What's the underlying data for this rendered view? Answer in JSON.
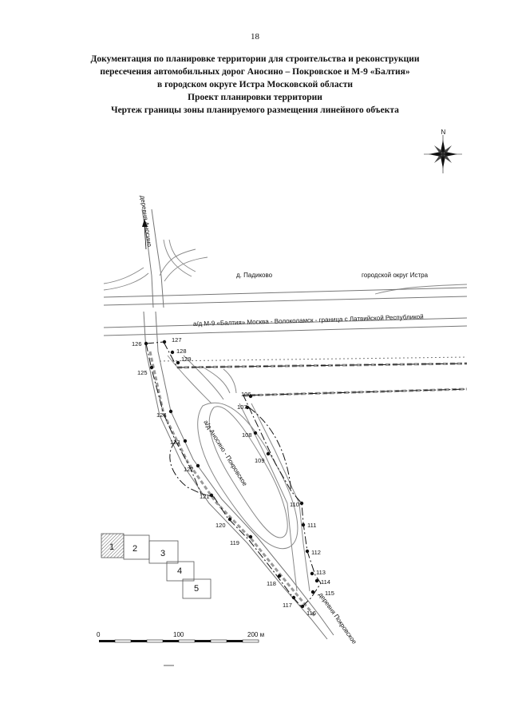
{
  "page_number": "18",
  "title_lines": [
    "Документация по планировке территории для строительства и реконструкции",
    "пересечения автомобильных дорог Аносино – Покровское и М-9 «Балтия»",
    "в городском округе Истра Московской области",
    "Проект планировки территории",
    "Чертеж границы зоны планируемого размещения линейного объекта"
  ],
  "compass": {
    "north_letter": "N"
  },
  "map_labels": {
    "anosino": "деревня Аносино",
    "padikovo": "д. Падиково",
    "okrug": "городской округ Истра",
    "m9": "а/д М-9 «Балтия» Москва - Волоколамск - граница с Латвийской Республикой",
    "road": "а/д Аносино - Покровское",
    "pokrovskoe": "деревня Покровское"
  },
  "boundary_points": [
    "106",
    "107",
    "108",
    "109",
    "110",
    "111",
    "112",
    "113",
    "114",
    "115",
    "116",
    "117",
    "118",
    "119",
    "120",
    "121",
    "122",
    "123",
    "124",
    "125",
    "126",
    "127",
    "128",
    "129"
  ],
  "sheet_index": [
    "1",
    "2",
    "3",
    "4",
    "5"
  ],
  "scale_bar": {
    "ticks": [
      "0",
      "100",
      "200 м"
    ]
  }
}
